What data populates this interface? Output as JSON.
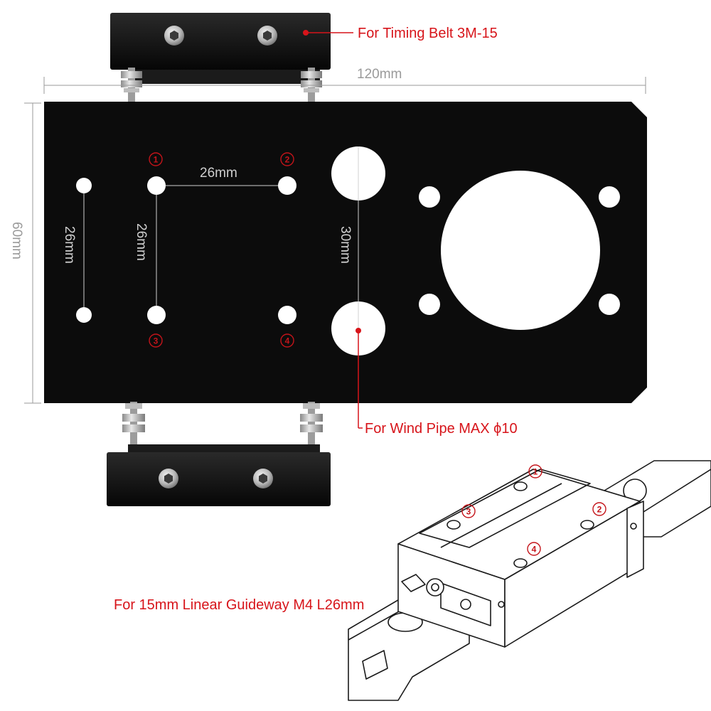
{
  "labels": {
    "timing_belt": "For Timing Belt 3M-15",
    "wind_pipe": "For Wind Pipe MAX ϕ10",
    "guideway": "For 15mm Linear Guideway M4 L26mm"
  },
  "dimensions": {
    "width": "120mm",
    "height": "60mm",
    "hole_h_spacing": "26mm",
    "hole_v_spacing_left": "26mm",
    "hole_v_spacing_inner": "26mm",
    "pipe_spacing": "30mm"
  },
  "hole_markers": {
    "m1": "1",
    "m2": "2",
    "m3": "3",
    "m4": "4"
  },
  "guide_markers": {
    "m1": "1",
    "m2": "2",
    "m3": "3",
    "m4": "4"
  },
  "colors": {
    "plate": "#0c0c0c",
    "annotation_red": "#d7141a",
    "dimension_gray": "#9a9a9a"
  }
}
